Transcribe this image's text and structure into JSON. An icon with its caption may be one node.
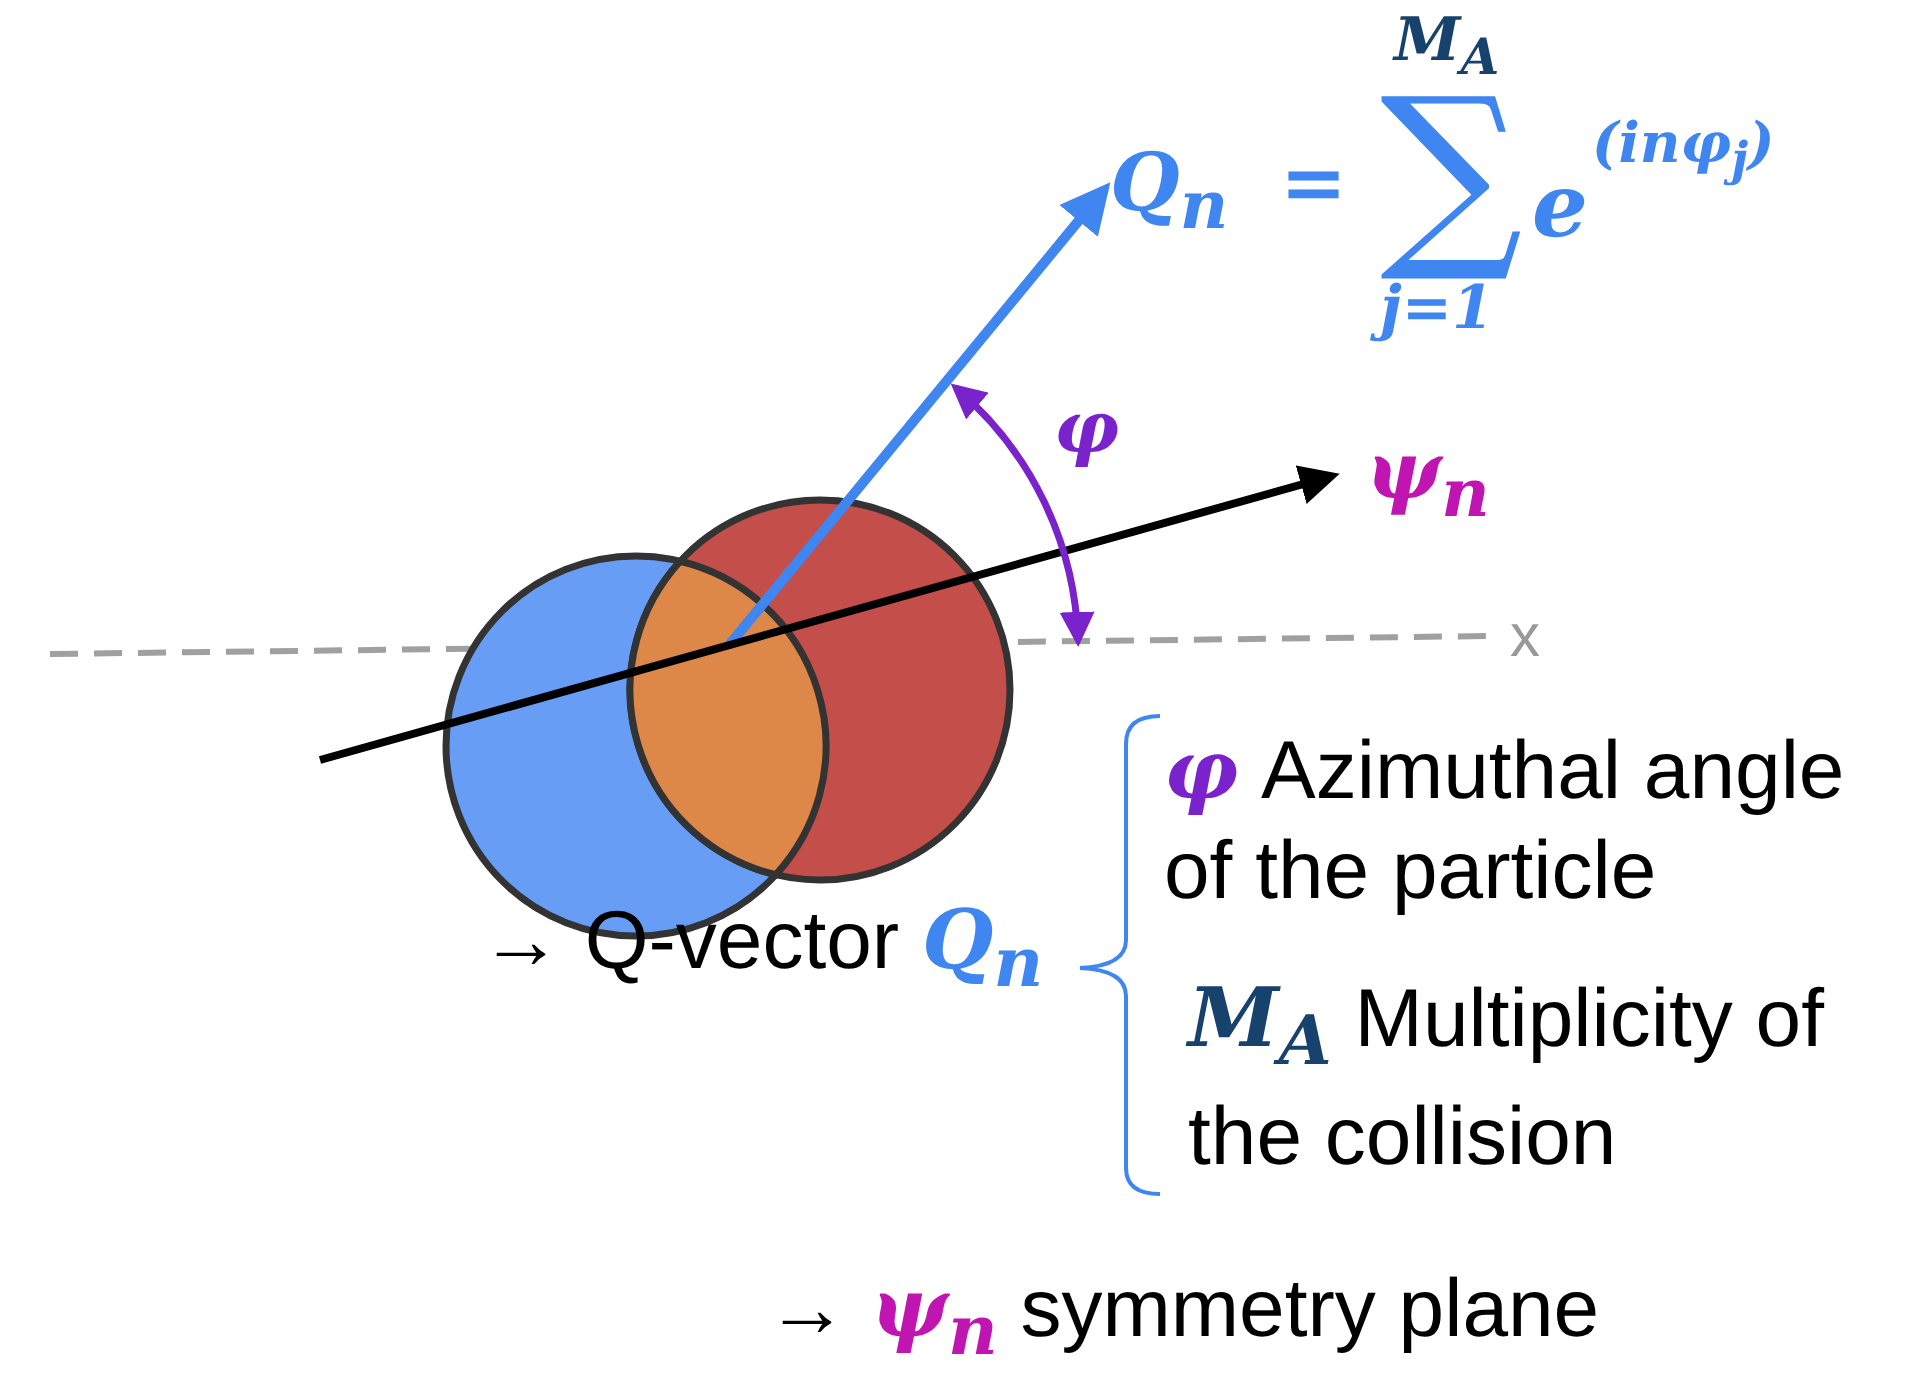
{
  "diagram": {
    "labels": [
      "Q$_{n}$",
      "=",
      "M$_{A}$",
      "∑",
      "j=1",
      "e",
      "(inφ$_{j}$)",
      "φ",
      "ψ$_{n}$",
      "x",
      "→ Q-vector **Q$_{n}$**",
      "**φ** Azimuthal angle of the particle",
      "**M$_{A}$** Multiplicity of the collision",
      "→ **ψ$_{n}$** symmetry plane"
    ]
  }
}
